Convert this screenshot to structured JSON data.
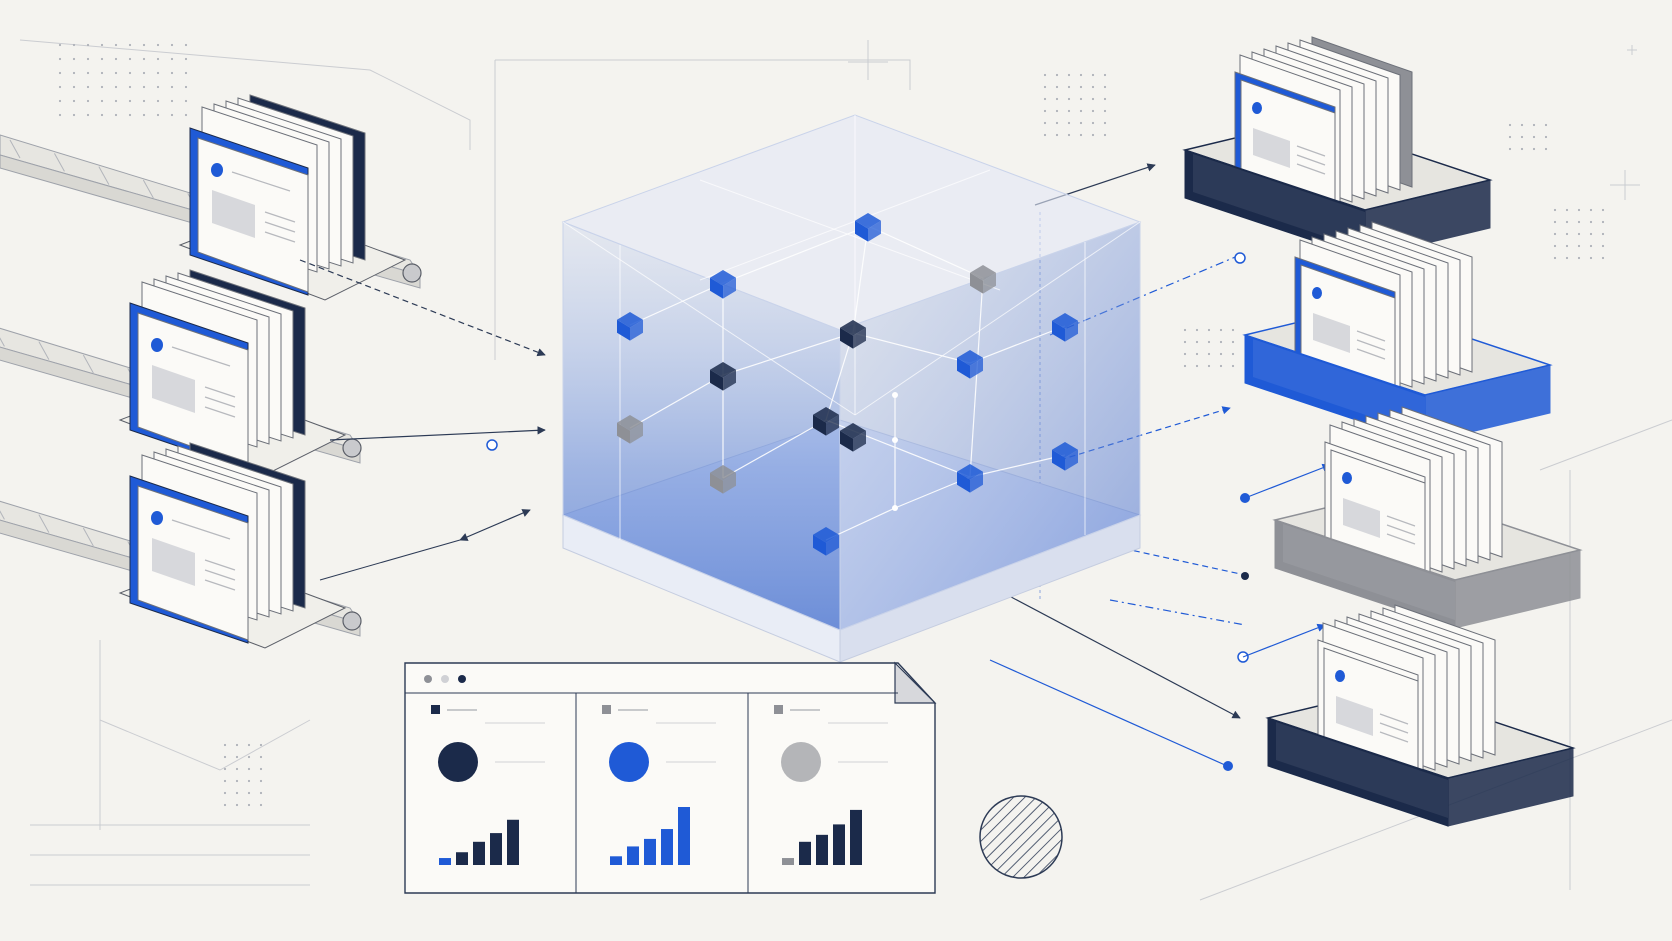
{
  "colors": {
    "background": "#f4f3ef",
    "navy": "#1b2a4a",
    "blue": "#1f5ad6",
    "gray": "#8e9096",
    "paper": "#fbfaf7",
    "line": "#2c3a55",
    "cube_glass": "#7f9de0"
  },
  "icons": {
    "input_doc": "document-stack-icon",
    "output_tray": "document-tray-icon",
    "node": "data-node-icon",
    "hatched_circle": "hatched-circle-icon",
    "window_dots": "window-controls-icon"
  },
  "inputs": [
    {
      "accent": "#1f5ad6"
    },
    {
      "accent": "#1f5ad6"
    },
    {
      "accent": "#1f5ad6"
    }
  ],
  "outputs": [
    {
      "tray": "#1b2a4a"
    },
    {
      "tray": "#1f5ad6"
    },
    {
      "tray": "#8e9096"
    },
    {
      "tray": "#1b2a4a"
    }
  ],
  "nodes": [
    "#1f5ad6",
    "#1f5ad6",
    "#8e9096",
    "#1f5ad6",
    "#1b2a4a",
    "#1f5ad6",
    "#1f5ad6",
    "#1b2a4a",
    "#8e9096",
    "#1b2a4a",
    "#1f5ad6",
    "#8e9096",
    "#1f5ad6",
    "#1b2a4a",
    "#1f5ad6"
  ],
  "dashboard": {
    "panels": [
      {
        "circle": "#1b2a4a",
        "bars": [
          0.12,
          0.22,
          0.4,
          0.55,
          0.78
        ],
        "bar_colors": [
          "#1f5ad6",
          "#1b2a4a",
          "#1b2a4a",
          "#1b2a4a",
          "#1b2a4a"
        ]
      },
      {
        "circle": "#1f5ad6",
        "bars": [
          0.15,
          0.32,
          0.45,
          0.62,
          1.0
        ],
        "bar_colors": [
          "#1f5ad6",
          "#1f5ad6",
          "#1f5ad6",
          "#1f5ad6",
          "#1f5ad6"
        ]
      },
      {
        "circle": "#b4b5b8",
        "bars": [
          0.12,
          0.4,
          0.52,
          0.7,
          0.95
        ],
        "bar_colors": [
          "#8e9096",
          "#1b2a4a",
          "#1b2a4a",
          "#1b2a4a",
          "#1b2a4a"
        ]
      }
    ]
  }
}
